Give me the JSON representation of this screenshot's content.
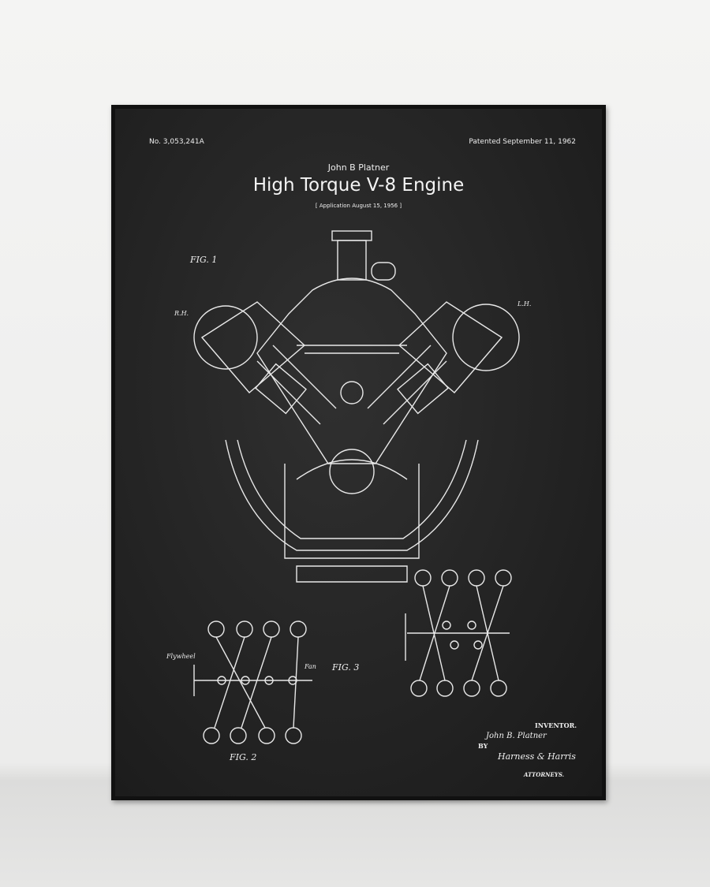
{
  "poster": {
    "patent_number": "No. 3,053,241A",
    "patent_date": "Patented September 11, 1962",
    "author": "John B Platner",
    "title": "High Torque V-8 Engine",
    "application": "[ Application  August 15, 1956 ]",
    "figures": {
      "fig1": "FIG. 1",
      "fig2": "FIG. 2",
      "fig3": "FIG. 3"
    },
    "labels": {
      "rh": "R.H.",
      "lh": "L.H.",
      "flywheel": "Flywheel",
      "fan": "Fan"
    },
    "signature": {
      "inventor_label": "INVENTOR.",
      "inventor_name": "John B. Platner",
      "by": "BY",
      "attorneys_name": "Harness & Harris",
      "attorneys_label": "ATTORNEYS."
    }
  },
  "colors": {
    "ink": "#eeeeee",
    "board": "#242424",
    "frame": "#111111",
    "wall": "#f0f0f0"
  }
}
